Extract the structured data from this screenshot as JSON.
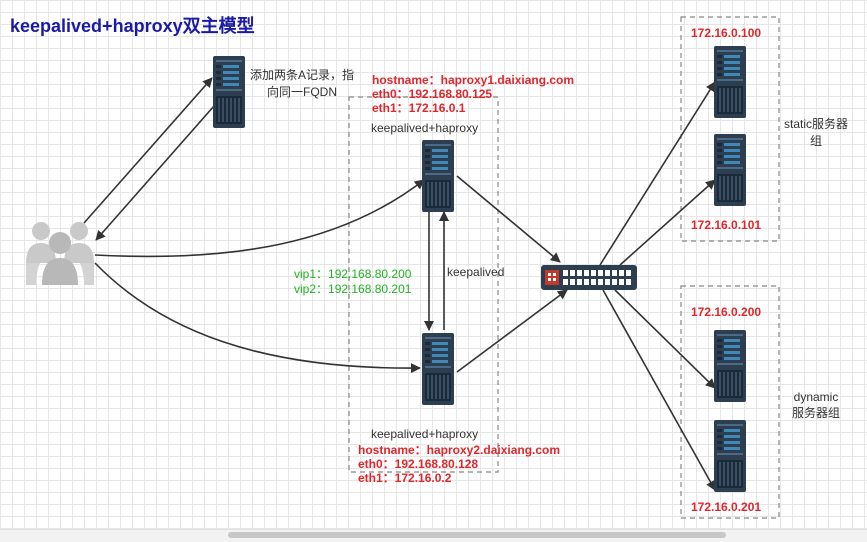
{
  "title": "keepalived+haproxy双主模型",
  "dns_note": {
    "line1": "添加两条A记录，指",
    "line2": "向同一FQDN"
  },
  "haproxy1": {
    "hostname": "hostname：haproxy1.daixiang.com",
    "eth0": "eth0：192.168.80.125",
    "eth1": "eth1：172.16.0.1",
    "label": "keepalived+haproxy"
  },
  "haproxy2": {
    "hostname": "hostname：haproxy2.daixiang.com",
    "eth0": "eth0：192.168.80.128",
    "eth1": "eth1：172.16.0.2",
    "label": "keepalived+haproxy"
  },
  "vips": {
    "vip1": "vip1：192.168.80.200",
    "vip2": "vip2：192.168.80.201"
  },
  "link_label": "keepalived",
  "static_group": {
    "label_line1": "static服务器",
    "label_line2": "组",
    "ip1": "172.16.0.100",
    "ip2": "172.16.0.101"
  },
  "dynamic_group": {
    "label_line1": "dynamic",
    "label_line2": "服务器组",
    "ip1": "172.16.0.200",
    "ip2": "172.16.0.201"
  },
  "colors": {
    "title": "#1a1aa6",
    "ip_red": "#e0262b",
    "vip_green": "#22b322",
    "server": "#2c3e50",
    "arrow": "#333333"
  },
  "icons": [
    "server-icon",
    "users-icon",
    "switch-icon"
  ]
}
